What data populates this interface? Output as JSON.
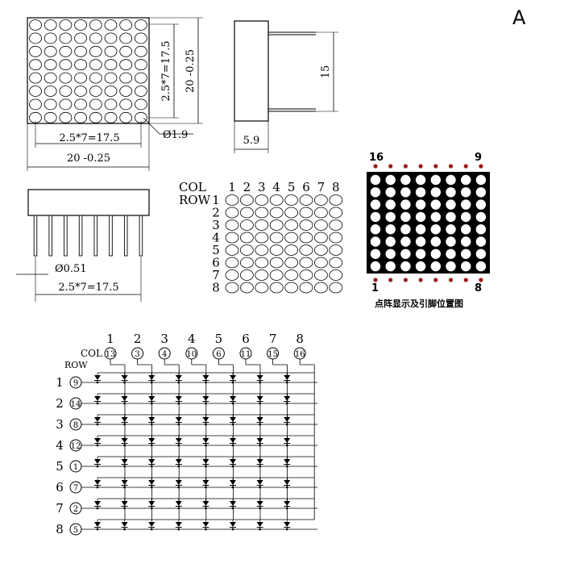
{
  "panel_label": "A",
  "front_view": {
    "dim_pitch_h": "2.5*7=17.5",
    "dim_width": "20 -0.25",
    "dim_pitch_v": "2.5*7=17.5",
    "dim_height": "20 -0.25",
    "dim_dot": "Ø1.9"
  },
  "side_view": {
    "dim_depth": "5.9",
    "dim_pin_length": "15"
  },
  "bottom_view": {
    "dim_pin_dia": "Ø0.51",
    "dim_pin_pitch": "2.5*7=17.5"
  },
  "grid_view": {
    "col_label": "COL",
    "row_label": "ROW",
    "cols": [
      "1",
      "2",
      "3",
      "4",
      "5",
      "6",
      "7",
      "8"
    ],
    "rows": [
      "1",
      "2",
      "3",
      "4",
      "5",
      "6",
      "7",
      "8"
    ]
  },
  "pinout_view": {
    "top_left_pin": "16",
    "top_right_pin": "9",
    "bottom_left_pin": "1",
    "bottom_right_pin": "8",
    "caption": "点阵显示及引脚位置图",
    "colors": {
      "face": "#000000",
      "dot": "#ffffff",
      "pin": "#9b1b1b"
    }
  },
  "schematic": {
    "col_label": "COL",
    "row_label": "ROW",
    "col_numbers": [
      "1",
      "2",
      "3",
      "4",
      "5",
      "6",
      "7",
      "8"
    ],
    "col_pins": [
      "13",
      "3",
      "4",
      "10",
      "6",
      "11",
      "15",
      "16"
    ],
    "row_numbers": [
      "1",
      "2",
      "3",
      "4",
      "5",
      "6",
      "7",
      "8"
    ],
    "row_pins": [
      "9",
      "14",
      "8",
      "12",
      "1",
      "7",
      "2",
      "5"
    ]
  }
}
